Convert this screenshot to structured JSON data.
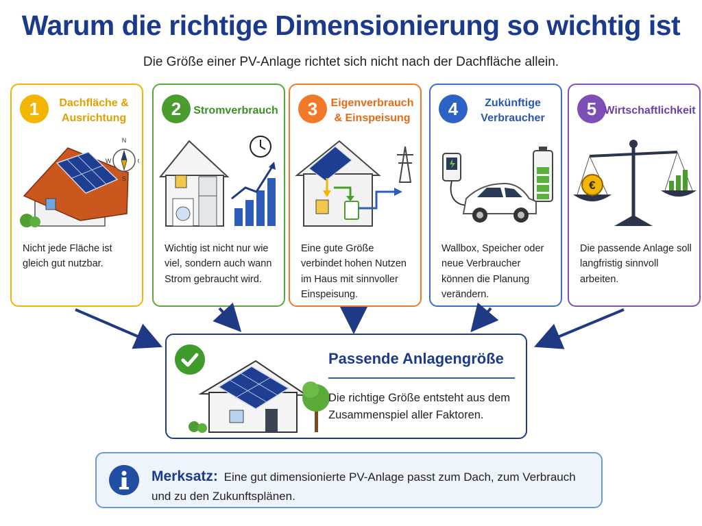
{
  "header": {
    "title": "Warum die richtige Dimensionierung so wichtig ist",
    "subtitle": "Die Größe einer PV-Anlage richtet sich nicht nach der Dachfläche allein."
  },
  "cards": [
    {
      "number": "1",
      "title": "Dachfläche & Ausrichtung",
      "description": "Nicht jede Fläche ist gleich gut nutzbar.",
      "icon": "roof-orientation-compass-icon",
      "color": "#f2b600",
      "compass": {
        "n": "N",
        "o": "O",
        "s": "S",
        "w": "W"
      }
    },
    {
      "number": "2",
      "title": "Stromverbrauch",
      "description": "Wichtig ist nicht nur wie viel, sondern auch wann Strom gebraucht wird.",
      "icon": "house-appliances-chart-icon",
      "color": "#4a9c2e"
    },
    {
      "number": "3",
      "title": "Eigenverbrauch & Einspeisung",
      "description": "Eine gute Größe verbindet hohen Nutzen im Haus mit sinnvoller Einspeisung.",
      "icon": "energy-flow-grid-icon",
      "color": "#f07a2a"
    },
    {
      "number": "4",
      "title": "Zukünftige Verbraucher",
      "description": "Wallbox, Speicher oder neue Verbraucher können die Planung verändern.",
      "icon": "ev-wallbox-battery-icon",
      "color": "#2d63c4"
    },
    {
      "number": "5",
      "title": "Wirtschaftlichkeit",
      "description": "Die passende Anlage soll langfristig sinnvoll arbeiten.",
      "icon": "balance-scale-euro-icon",
      "color": "#7b4fb6",
      "currency_symbol": "€"
    }
  ],
  "result": {
    "title": "Passende Anlagengröße",
    "description": "Die richtige Größe entsteht aus dem Zusammenspiel aller Faktoren.",
    "icon": "check-house-icon"
  },
  "note": {
    "label": "Merksatz:",
    "text": "Eine gut dimensionierte PV-Anlage passt zum Dach, zum Verbrauch und zu den Zukunftsplänen.",
    "icon": "info-icon"
  }
}
